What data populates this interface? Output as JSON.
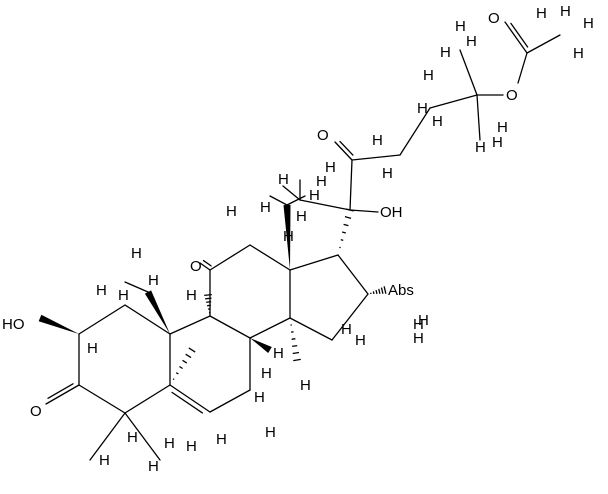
{
  "molecule": {
    "atom_labels": {
      "o_ketone_c11": "O",
      "o_ketone_c3": "O",
      "o_ketone_c22": "O",
      "o_ester_link": "O",
      "o_acetyl": "O",
      "ho_c2": "HO",
      "oh_c20": "OH",
      "abs_c16": "Abs",
      "h_c16_below": "H"
    },
    "h_label": "H"
  }
}
